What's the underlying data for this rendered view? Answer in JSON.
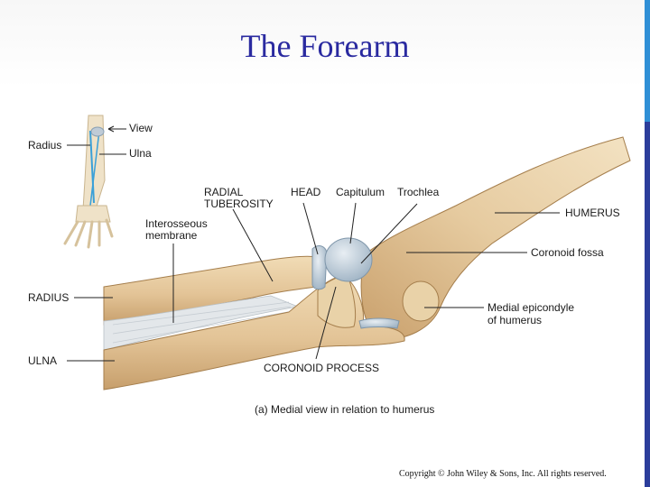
{
  "slide": {
    "title": "The Forearm",
    "caption": "(a) Medial view in relation to humerus",
    "copyright": "Copyright © John Wiley & Sons, Inc. All rights reserved."
  },
  "inset": {
    "view": "View",
    "radius": "Radius",
    "ulna": "Ulna"
  },
  "labels": {
    "radial_tuberosity_1": "RADIAL",
    "radial_tuberosity_2": "TUBEROSITY",
    "head": "HEAD",
    "capitulum": "Capitulum",
    "trochlea": "Trochlea",
    "humerus": "HUMERUS",
    "interosseous_1": "Interosseous",
    "interosseous_2": "membrane",
    "coronoid_fossa": "Coronoid fossa",
    "radius": "RADIUS",
    "medial_epicondyle_1": "Medial epicondyle",
    "medial_epicondyle_2": "of humerus",
    "ulna": "ULNA",
    "coronoid_process": "CORONOID PROCESS"
  },
  "colors": {
    "title": "#2a2aa0",
    "bone": "#e6c99c",
    "bone_shadow": "#b98f5f",
    "cartilage": "#b9c9d6",
    "membrane": "#dfe3e6",
    "leader": "#222222",
    "side_bar": "#2b3d9b"
  }
}
